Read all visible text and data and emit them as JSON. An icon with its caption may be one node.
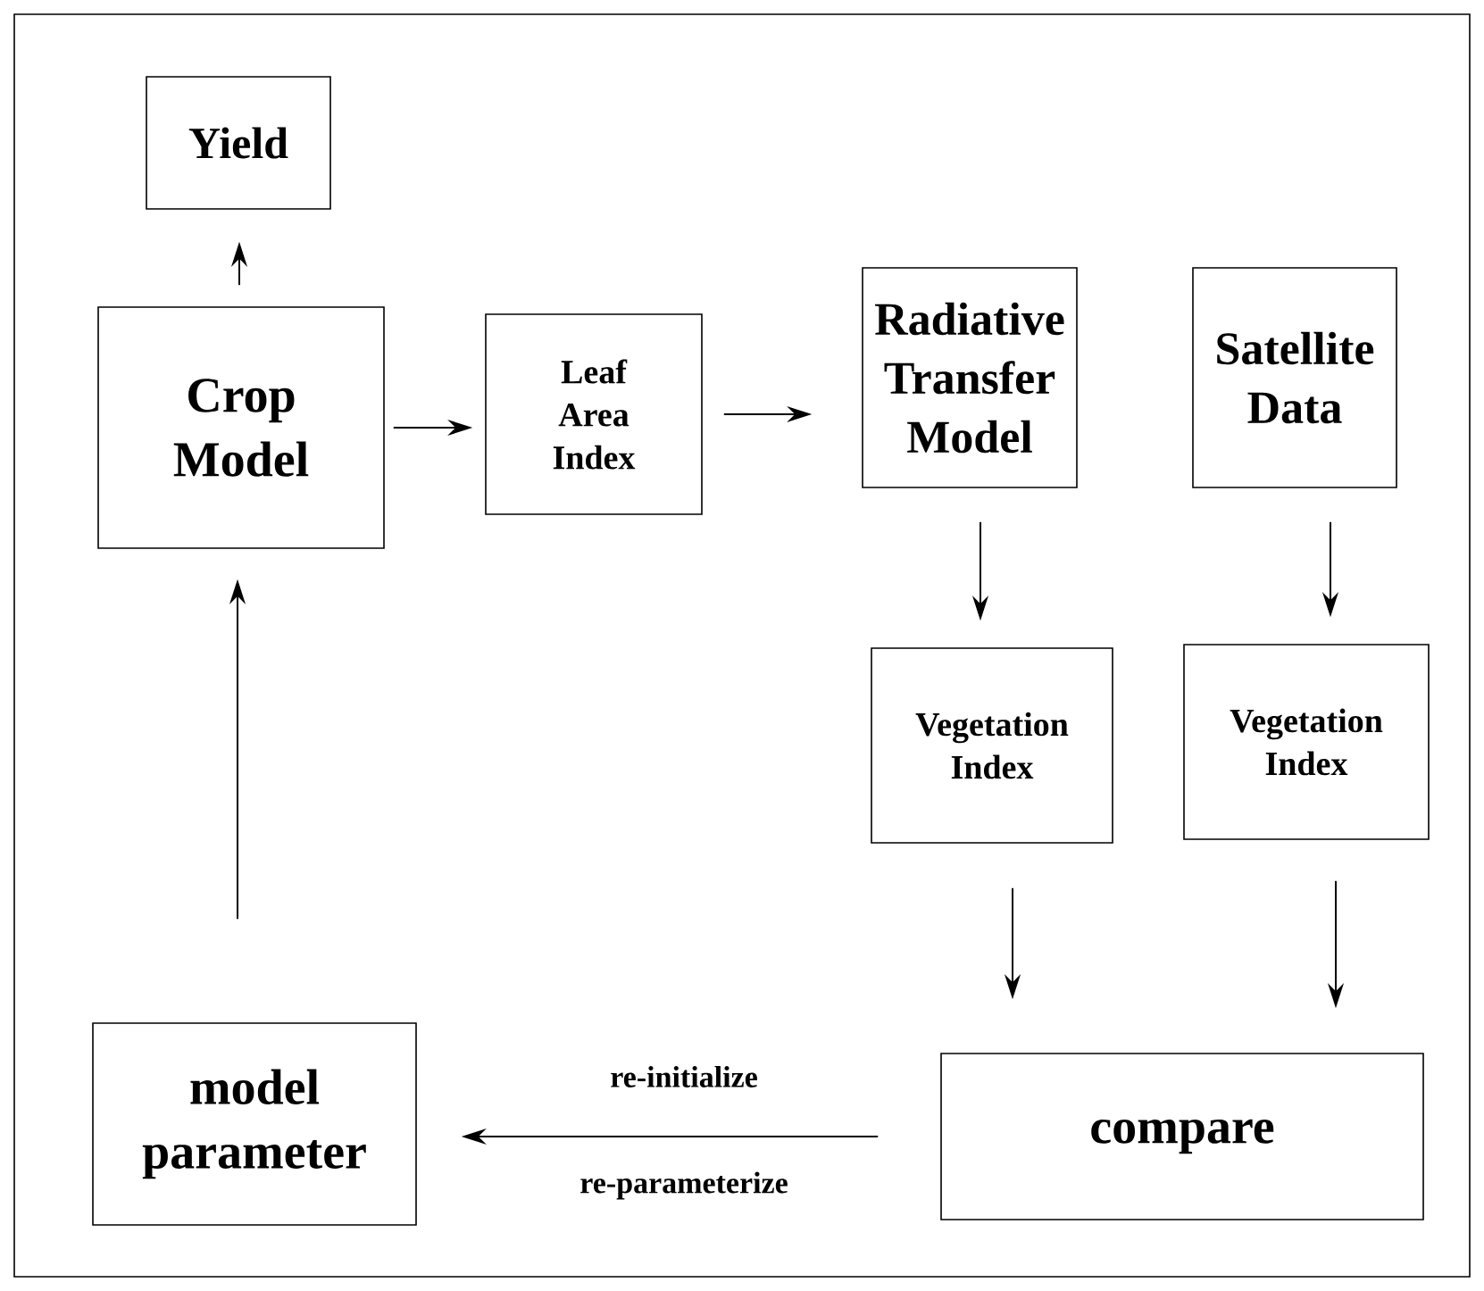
{
  "diagram": {
    "nodes": [
      {
        "text": [
          "Yield"
        ]
      },
      {
        "text": [
          "Crop Model"
        ]
      },
      {
        "text": [
          "Leaf Area Index"
        ]
      },
      {
        "text": [
          "Radiative Transfer Model"
        ]
      },
      {
        "text": [
          "Satellite Data"
        ]
      },
      {
        "text": [
          "Vegetation Index"
        ]
      },
      {
        "text": [
          "Vegetation Index"
        ]
      },
      {
        "text": [
          "compare"
        ]
      },
      {
        "text": [
          "model parameter"
        ]
      }
    ],
    "edges": [
      {
        "from": 1,
        "to": 0,
        "arrow": "to"
      },
      {
        "from": 1,
        "to": 2,
        "arrow": "to"
      },
      {
        "from": 2,
        "to": 3,
        "arrow": "to"
      },
      {
        "from": 3,
        "to": 5,
        "arrow": "to"
      },
      {
        "from": 4,
        "to": 6,
        "arrow": "to"
      },
      {
        "from": 5,
        "to": 7,
        "arrow": "to"
      },
      {
        "from": 6,
        "to": 7,
        "arrow": "to"
      },
      {
        "from": 7,
        "to": 8,
        "arrow": "to",
        "label": "re-initialize"
      },
      {
        "from": 8,
        "to": 1,
        "arrow": "to"
      }
    ],
    "labels": [
      "re-parameterize"
    ]
  }
}
